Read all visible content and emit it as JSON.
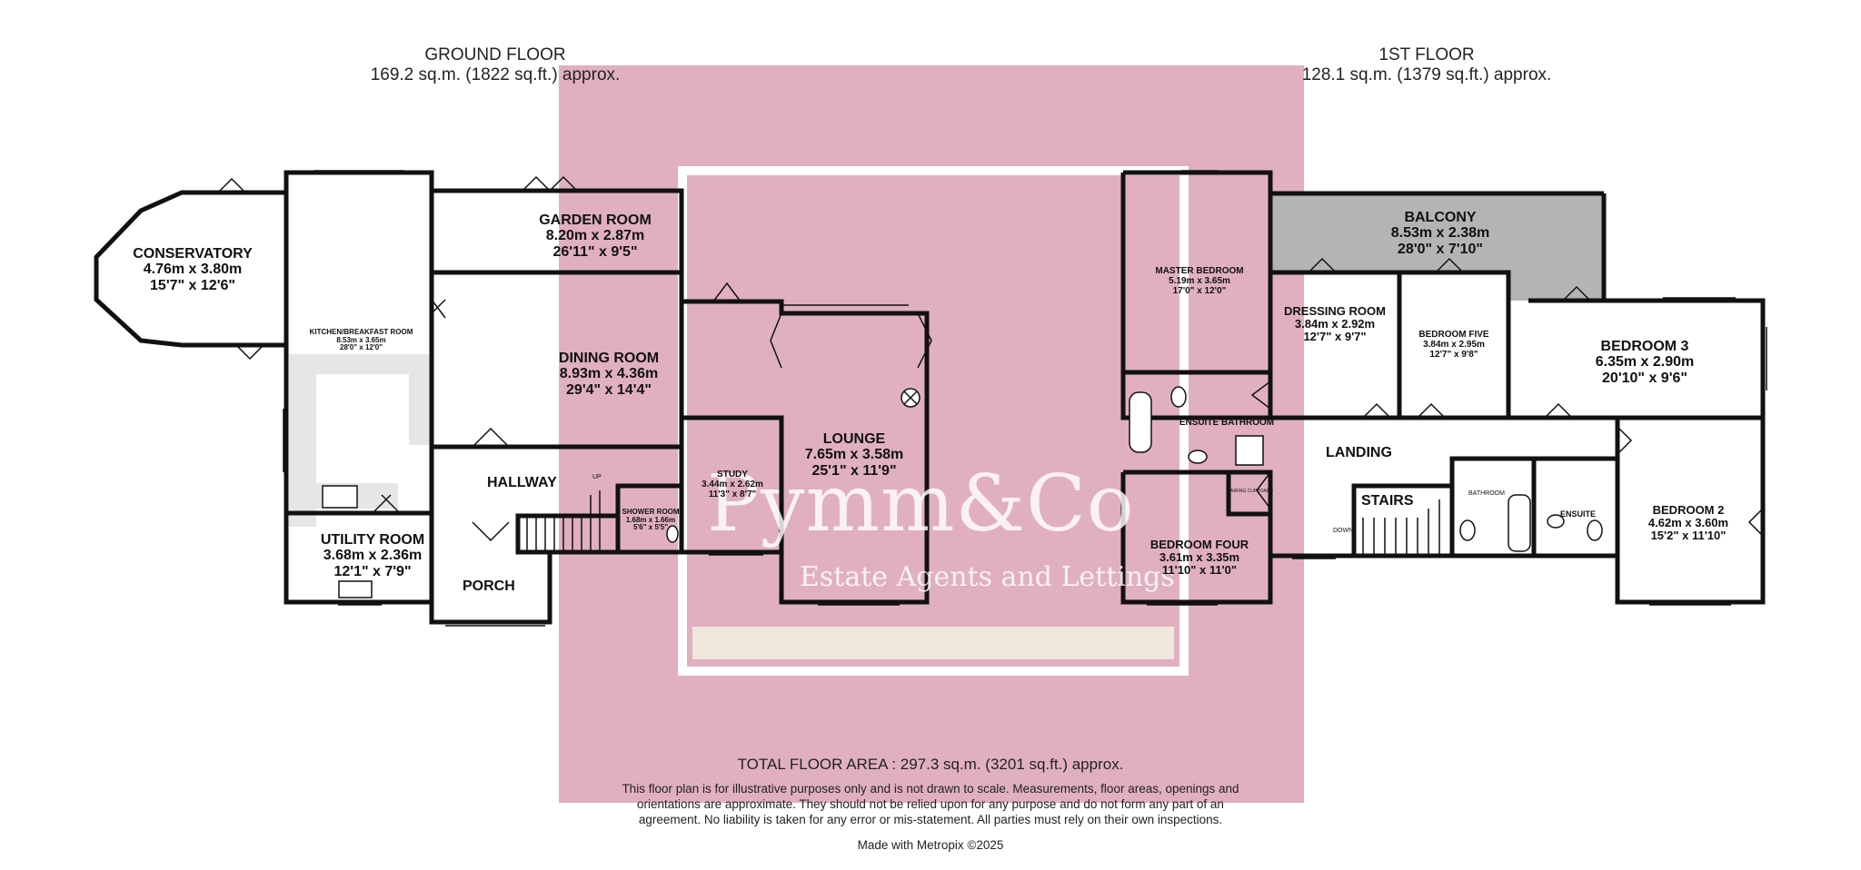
{
  "ground_floor": {
    "title": "GROUND FLOOR",
    "area": "169.2 sq.m. (1822 sq.ft.) approx.",
    "rooms": {
      "conservatory": {
        "name": "CONSERVATORY",
        "metric": "4.76m  x 3.80m",
        "imperial": "15'7\"  x 12'6\""
      },
      "garden_room": {
        "name": "GARDEN ROOM",
        "metric": "8.20m  x 2.87m",
        "imperial": "26'11\"  x 9'5\""
      },
      "kitchen": {
        "name": "KITCHEN/BREAKFAST ROOM",
        "metric": "8.53m  x 3.65m",
        "imperial": "28'0\"  x 12'0\""
      },
      "dining_room": {
        "name": "DINING ROOM",
        "metric": "8.93m  x 4.36m",
        "imperial": "29'4\"  x 14'4\""
      },
      "lounge": {
        "name": "LOUNGE",
        "metric": "7.65m  x 3.58m",
        "imperial": "25'1\"  x 11'9\""
      },
      "study": {
        "name": "STUDY",
        "metric": "3.44m  x 2.62m",
        "imperial": "11'3\"  x 8'7\""
      },
      "shower_room": {
        "name": "SHOWER ROOM",
        "metric": "1.68m  x 1.66m",
        "imperial": "5'6\"  x 5'5\""
      },
      "utility_room": {
        "name": "UTILITY ROOM",
        "metric": "3.68m  x 2.36m",
        "imperial": "12'1\"  x 7'9\""
      },
      "hallway": {
        "name": "HALLWAY"
      },
      "porch": {
        "name": "PORCH"
      }
    },
    "stair_label": "UP"
  },
  "first_floor": {
    "title": "1ST FLOOR",
    "area": "128.1 sq.m. (1379 sq.ft.) approx.",
    "rooms": {
      "master_bedroom": {
        "name": "MASTER BEDROOM",
        "metric": "5.19m  x 3.65m",
        "imperial": "17'0\"  x 12'0\""
      },
      "balcony": {
        "name": "BALCONY",
        "metric": "8.53m  x 2.38m",
        "imperial": "28'0\"  x 7'10\""
      },
      "dressing_room": {
        "name": "DRESSING ROOM",
        "metric": "3.84m  x 2.92m",
        "imperial": "12'7\"  x 9'7\""
      },
      "bedroom_five": {
        "name": "BEDROOM FIVE",
        "metric": "3.84m  x 2.95m",
        "imperial": "12'7\"  x 9'8\""
      },
      "bedroom_3": {
        "name": "BEDROOM 3",
        "metric": "6.35m  x 2.90m",
        "imperial": "20'10\"  x 9'6\""
      },
      "ensuite_bathroom": {
        "name": "ENSUITE BATHROOM"
      },
      "bedroom_four": {
        "name": "BEDROOM FOUR",
        "metric": "3.61m  x 3.35m",
        "imperial": "11'10\"  x 11'0\""
      },
      "bedroom_2": {
        "name": "BEDROOM 2",
        "metric": "4.62m  x 3.60m",
        "imperial": "15'2\"  x 11'10\""
      },
      "landing": {
        "name": "LANDING"
      },
      "stairs": {
        "name": "STAIRS"
      },
      "bathroom": {
        "name": "BATHROOM"
      },
      "ensuite": {
        "name": "ENSUITE"
      },
      "airing_cupboard": {
        "name": "AIRING CUPBOARD"
      }
    },
    "stair_label": "DOWN"
  },
  "watermark": {
    "brand": "Pymm&Co",
    "tagline": "Estate Agents and Lettings"
  },
  "footer": {
    "total": "TOTAL FLOOR AREA : 297.3 sq.m. (3201 sq.ft.) approx.",
    "disclaimer": "This floor plan is for illustrative purposes only and is not drawn to scale.  Measurements, floor areas, openings and orientations are approximate.  They should not be relied upon for any purpose and do not form any part of an agreement.  No liability is taken for any error or mis-statement.  All parties must rely on their own inspections.",
    "made_with": "Made with Metropix ©2025"
  },
  "colors": {
    "watermark_panel": "#e0b0c0",
    "balcony": "#b4b4b4",
    "wall": "#111111",
    "kitchen_counter": "#e6e6e6"
  }
}
